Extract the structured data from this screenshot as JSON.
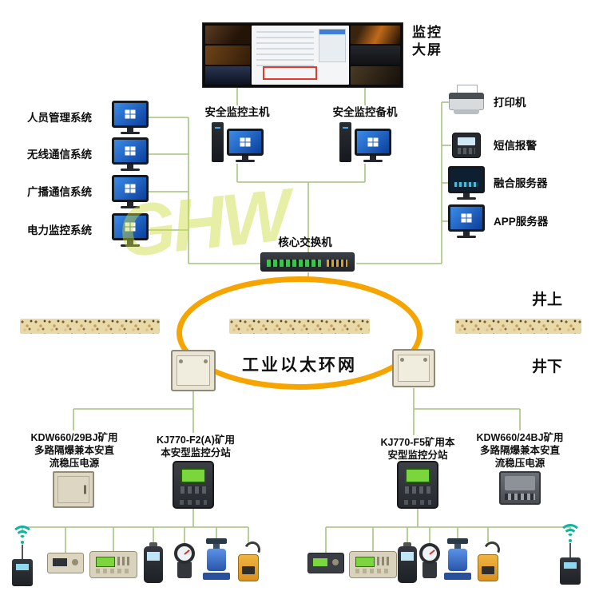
{
  "watermark": "GHW",
  "colors": {
    "ring_stroke": "#F6A500",
    "wire": "#A6C47E"
  },
  "monitor_wall": {
    "label": "监控大屏"
  },
  "left_systems": [
    {
      "label": "人员管理系统"
    },
    {
      "label": "无线通信系统"
    },
    {
      "label": "广播通信系统"
    },
    {
      "label": "电力监控系统"
    }
  ],
  "hosts": [
    {
      "label": "安全监控主机"
    },
    {
      "label": "安全监控备机"
    }
  ],
  "right_devices": [
    {
      "label": "打印机"
    },
    {
      "label": "短信报警"
    },
    {
      "label": "融合服务器"
    },
    {
      "label": "APP服务器"
    }
  ],
  "core_switch": {
    "label": "核心交换机"
  },
  "ring": {
    "label": "工业以太环网"
  },
  "zones": {
    "surface": "井上",
    "underground": "井下"
  },
  "underground_units": [
    {
      "type": "power-supply",
      "label_lines": [
        "KDW660/29BJ矿用",
        "多路隔爆兼本安直",
        "流稳压电源"
      ]
    },
    {
      "type": "substation",
      "label_lines": [
        "KJ770-F2(A)矿用",
        "本安型监控分站"
      ]
    },
    {
      "type": "substation",
      "label_lines": [
        "KJ770-F5矿用本",
        "安型监控分站"
      ]
    },
    {
      "type": "power-supply",
      "label_lines": [
        "KDW660/24BJ矿用",
        "多路隔爆兼本安直",
        "流稳压电源"
      ]
    }
  ],
  "field_devices": {
    "left": [
      "wireless-transceiver",
      "flat-sensor",
      "monitoring-console",
      "handheld-sensor",
      "gauge-sensor",
      "valve-actuator",
      "cable-sensor"
    ],
    "right": [
      "flat-sensor",
      "monitoring-console",
      "handheld-sensor",
      "gauge-sensor",
      "valve-actuator",
      "cable-sensor",
      "wireless-transceiver"
    ]
  }
}
